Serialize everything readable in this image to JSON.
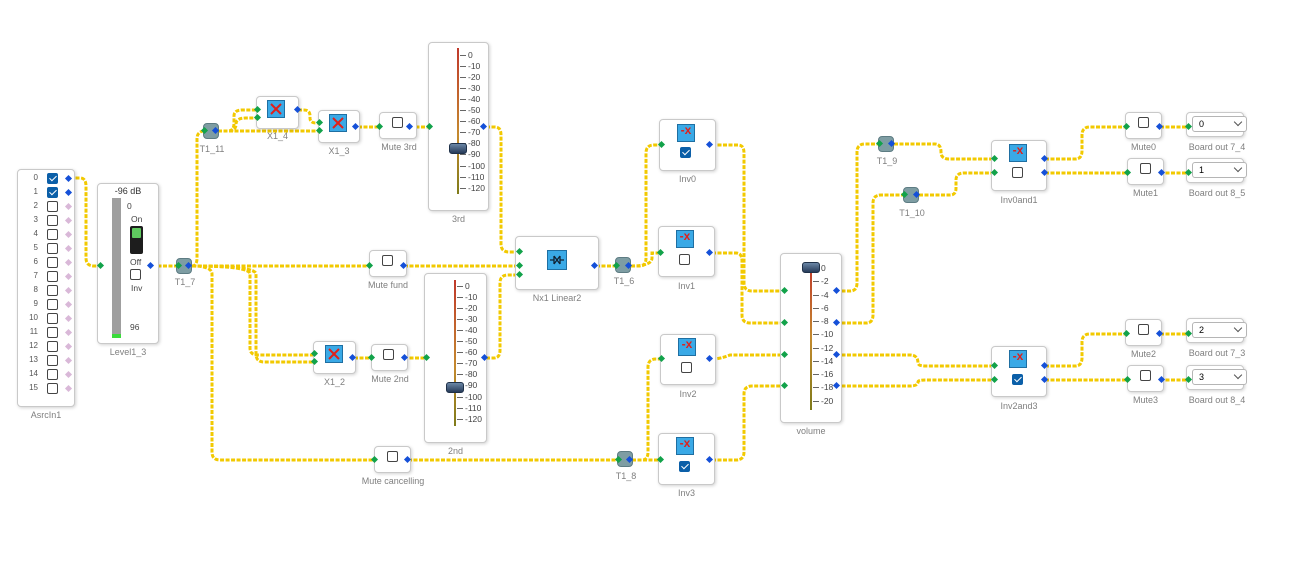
{
  "blocks": {
    "asrc": {
      "label": "AsrcIn1",
      "channels": [
        "0",
        "1",
        "2",
        "3",
        "4",
        "5",
        "6",
        "7",
        "8",
        "9",
        "10",
        "11",
        "12",
        "13",
        "14",
        "15"
      ],
      "checked": [
        true,
        true,
        false,
        false,
        false,
        false,
        false,
        false,
        false,
        false,
        false,
        false,
        false,
        false,
        false,
        false
      ]
    },
    "level": {
      "label": "Level1_3",
      "db": "-96 dB",
      "top": "0",
      "bottom": "96",
      "on": "On",
      "off": "Off",
      "inv": "Inv"
    },
    "t1_7": "T1_7",
    "t1_11": "T1_11",
    "t1_6": "T1_6",
    "t1_8": "T1_8",
    "t1_9": "T1_9",
    "t1_10": "T1_10",
    "x1_4": "X1_4",
    "x1_3": "X1_3",
    "x1_2": "X1_2",
    "mute3rd": "Mute 3rd",
    "mutefund": "Mute fund",
    "mute2nd": "Mute 2nd",
    "mutecancel": "Mute cancelling",
    "third": {
      "label": "3rd",
      "ticks": [
        "0",
        "-10",
        "-20",
        "-30",
        "-40",
        "-50",
        "-60",
        "-70",
        "-80",
        "-90",
        "-100",
        "-110",
        "-120"
      ],
      "value": -90
    },
    "second": {
      "label": "2nd",
      "ticks": [
        "0",
        "-10",
        "-20",
        "-30",
        "-40",
        "-50",
        "-60",
        "-70",
        "-80",
        "-90",
        "-100",
        "-110",
        "-120"
      ],
      "value": -90
    },
    "nx1": "Nx1 Linear2",
    "inv0": {
      "label": "Inv0",
      "checked": true
    },
    "inv1": {
      "label": "Inv1",
      "checked": false
    },
    "inv2": {
      "label": "Inv2",
      "checked": false
    },
    "inv3": {
      "label": "Inv3",
      "checked": true
    },
    "volume": {
      "label": "volume",
      "ticks": [
        "0",
        "-2",
        "-4",
        "-6",
        "-8",
        "-10",
        "-12",
        "-14",
        "-16",
        "-18",
        "-20"
      ],
      "value": 0
    },
    "inv0and1": {
      "label": "Inv0and1",
      "checked": false
    },
    "inv2and3": {
      "label": "Inv2and3",
      "checked": true
    },
    "mute0": "Mute0",
    "mute1": "Mute1",
    "mute2": "Mute2",
    "mute3": "Mute3",
    "board74": {
      "label": "Board out 7_4",
      "value": "0"
    },
    "board85": {
      "label": "Board out 8_5",
      "value": "1"
    },
    "board73": {
      "label": "Board out 7_3",
      "value": "2"
    },
    "board84": {
      "label": "Board out 8_4",
      "value": "3"
    }
  },
  "colors": {
    "wire": "#f2c900",
    "pin_in": "#12a24a",
    "pin_out": "#1550d8",
    "hub": "#7e9da3",
    "check": "#0b5fa8"
  }
}
